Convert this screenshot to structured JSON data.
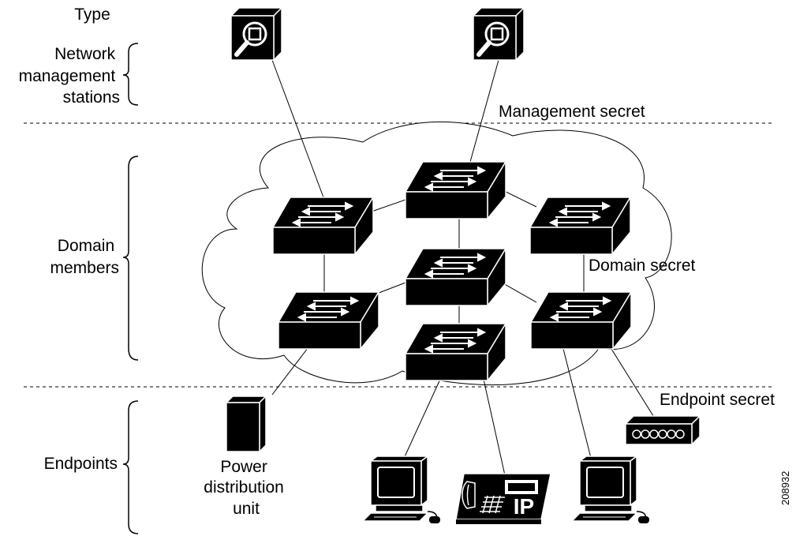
{
  "sections": {
    "type_heading": "Type",
    "nms": [
      "Network",
      "management",
      "stations"
    ],
    "domain": [
      "Domain",
      "members"
    ],
    "endpoints": "Endpoints"
  },
  "secrets": {
    "management": "Management secret",
    "domain": "Domain secret",
    "endpoint": "Endpoint secret"
  },
  "devices": {
    "pdu": [
      "Power",
      "distribution",
      "unit"
    ],
    "phone_badge": "IP"
  },
  "figure_id": "208932",
  "colors": {
    "ink": "#000000",
    "paper": "#ffffff"
  }
}
